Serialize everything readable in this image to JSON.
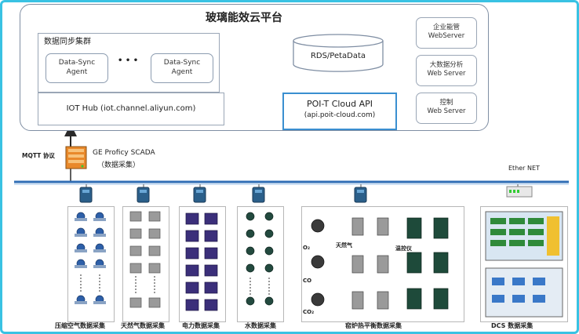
{
  "title": "玻璃能效云平台",
  "cluster": {
    "label": "数据同步集群",
    "agents": [
      {
        "line1": "Data-Sync",
        "line2": "Agent"
      },
      {
        "line1": "Data-Sync",
        "line2": "Agent"
      }
    ],
    "ellipsis": "•  •  •"
  },
  "database": {
    "label": "RDS/PetaData"
  },
  "iot_hub": {
    "label": "IOT Hub (iot.channel.aliyun.com)"
  },
  "api": {
    "line1": "POI-T Cloud API",
    "line2": "(api.poit-cloud.com)"
  },
  "web_servers": [
    {
      "line1": "企业能管",
      "line2": "WebServer"
    },
    {
      "line1": "大数据分析",
      "line2": "Web Server"
    },
    {
      "line1": "控制",
      "line2": "Web Server"
    }
  ],
  "mqtt": {
    "label": "MQTT 协议"
  },
  "scada": {
    "line1": "GE  Proficy SCADA",
    "line2": "（数据采集）"
  },
  "ethernet": {
    "label": "Ether NET"
  },
  "groups": [
    {
      "caption": "压缩空气数据采集"
    },
    {
      "caption": "天然气数据采集"
    },
    {
      "caption": "电力数据采集"
    },
    {
      "caption": "水数据采集"
    },
    {
      "caption": "窑炉热平衡数据采集"
    },
    {
      "caption": "DCS 数据采集"
    }
  ],
  "kiln_labels": {
    "o2": "O₂",
    "co": "CO",
    "co2": "CO₂",
    "gas": "天然气",
    "temp": "温控仪"
  },
  "colors": {
    "frame": "#39c2e3",
    "accent": "#3a8fd0",
    "bus": "#2f6db5",
    "arrow": "#5a9bd8"
  }
}
